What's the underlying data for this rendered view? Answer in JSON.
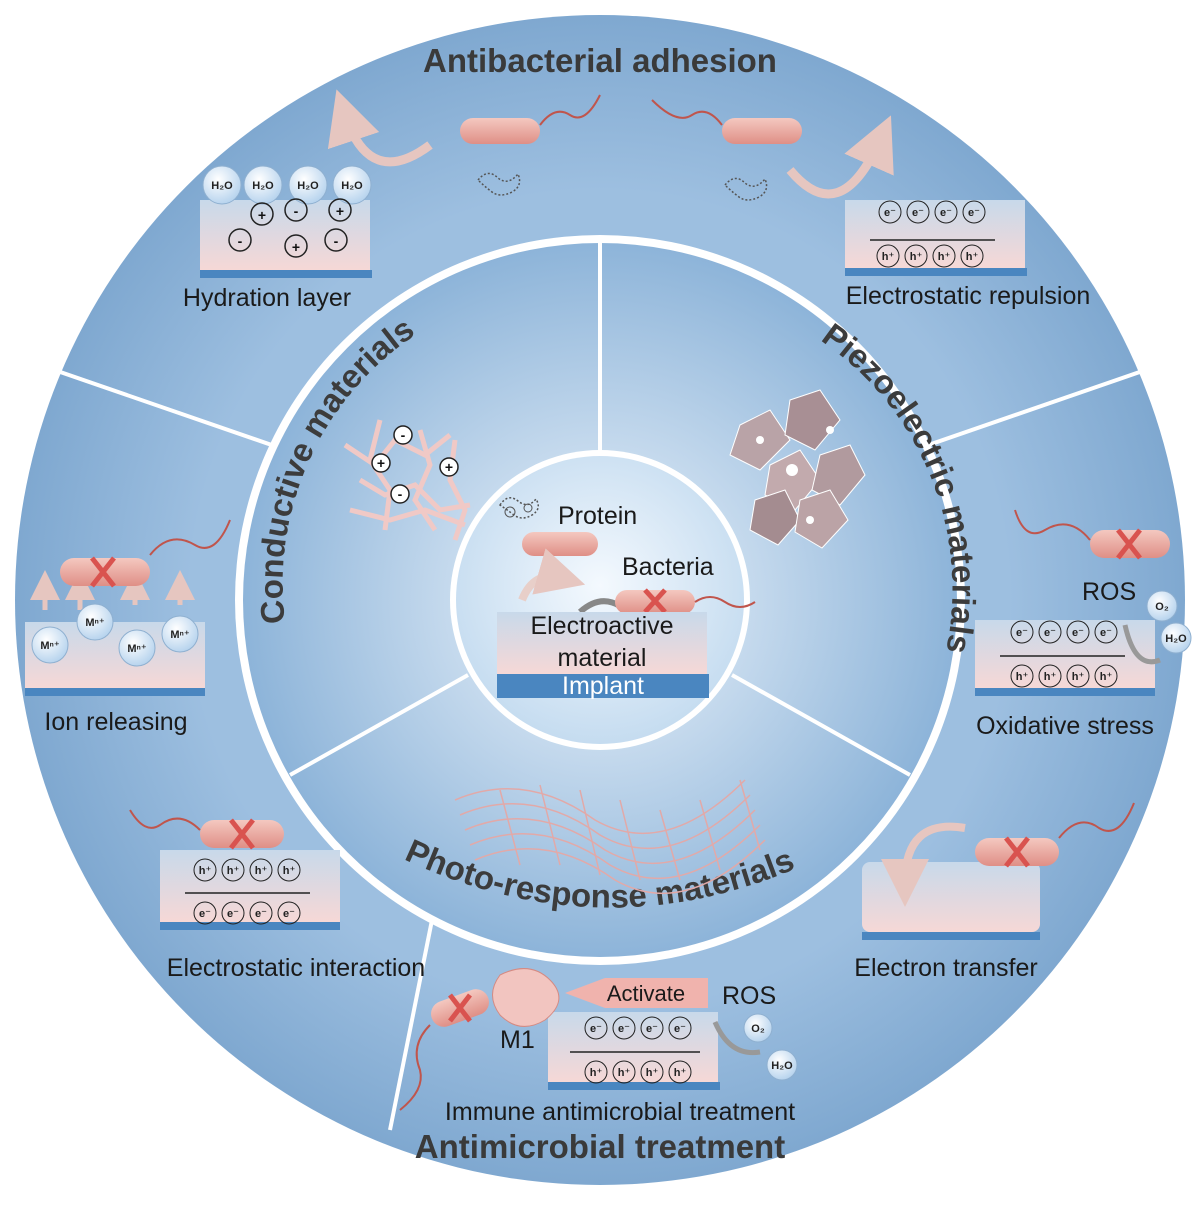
{
  "titles": {
    "top": "Antibacterial adhesion",
    "bottom": "Antimicrobial treatment"
  },
  "center": {
    "protein": "Protein",
    "bacteria": "Bacteria",
    "material_line1": "Electroactive",
    "material_line2": "material",
    "implant": "Implant"
  },
  "inner_sectors": {
    "conductive": "Conductive materials",
    "piezoelectric": "Piezoelectric materials",
    "photo_response": "Photo-response materials"
  },
  "mechanisms": {
    "hydration_layer": "Hydration layer",
    "electrostatic_repulsion": "Electrostatic repulsion",
    "ion_releasing": "Ion releasing",
    "oxidative_stress": "Oxidative stress",
    "electrostatic_interaction": "Electrostatic interaction",
    "electron_transfer": "Electron transfer",
    "immune_treatment": "Immune antimicrobial treatment"
  },
  "chem": {
    "water": "H₂O",
    "oxygen": "O₂",
    "ros": "ROS",
    "metal_ion": "Mⁿ⁺",
    "electron": "e⁻",
    "hole": "h⁺",
    "plus": "+",
    "minus": "-",
    "activate": "Activate",
    "m1": "M1"
  },
  "colors": {
    "outer_ring": "#8fb4d8",
    "inner_ring": "#b6d0ea",
    "center": "#dbe9f6",
    "bacteria": "#e49b92",
    "material": "#f1d2d2",
    "implant": "#4a86c0",
    "cross": "#d9534f"
  }
}
